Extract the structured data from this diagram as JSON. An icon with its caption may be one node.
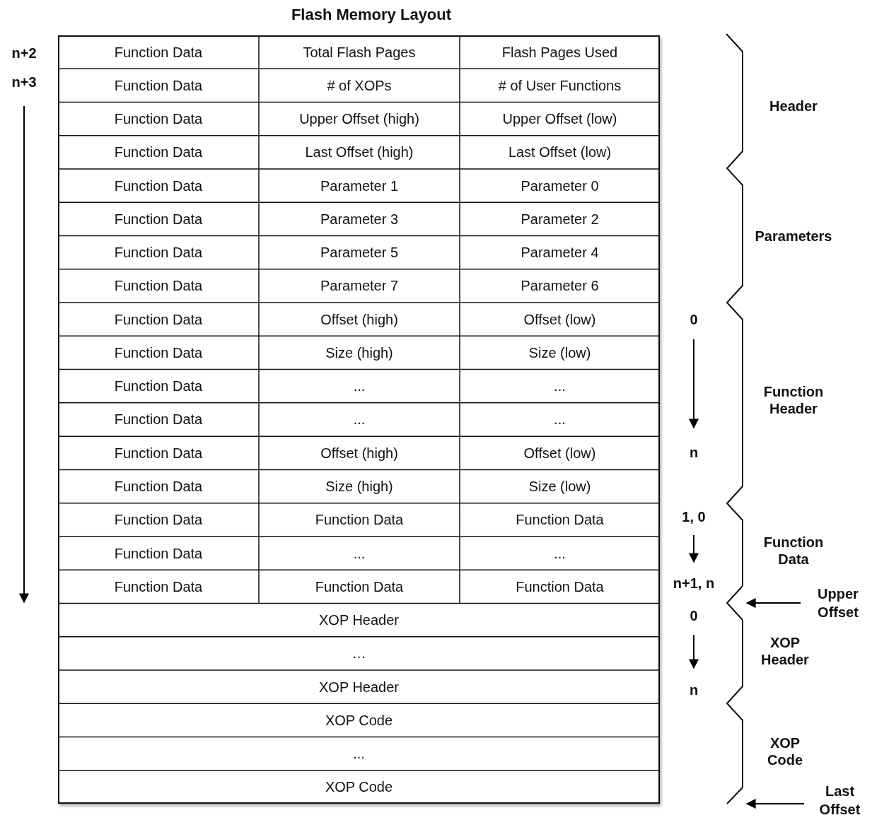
{
  "diagram": {
    "title": "Flash Memory Layout",
    "nodes": [
      {
        "text": [
          "Upper Offset"
        ]
      },
      {
        "text": [
          "Last Offset"
        ]
      },
      {
        "text": [],
        "shape": "brace"
      },
      {
        "text": [],
        "shape": "brace"
      }
    ],
    "edges": [
      {
        "from": 0,
        "to": 2,
        "arrow": "to"
      },
      {
        "from": 1,
        "to": 3,
        "arrow": "to"
      }
    ],
    "labels": [
      "n+2",
      "n+3",
      "Function Data",
      "Total Flash Pages",
      "Flash Pages Used",
      "Function Data",
      "# of XOPs",
      "# of User Functions",
      "Function Data",
      "Upper Offset (high)",
      "Upper Offset (low)",
      "Function Data",
      "Last Offset (high)",
      "Last Offset (low)",
      "Function Data",
      "Parameter 1",
      "Parameter 0",
      "Function Data",
      "Parameter 3",
      "Parameter 2",
      "Function Data",
      "Parameter 5",
      "Parameter 4",
      "Function Data",
      "Parameter 7",
      "Parameter 6",
      "Function Data",
      "Offset (high)",
      "Offset (low)",
      "Function Data",
      "Size (high)",
      "Size (low)",
      "Function Data",
      "...",
      "...",
      "Function Data",
      "...",
      "...",
      "Function Data",
      "Offset (high)",
      "Offset (low)",
      "Function Data",
      "Size (high)",
      "Size (low)",
      "Function Data",
      "Function Data",
      "Function Data",
      "Function Data",
      "...",
      "...",
      "Function Data",
      "Function Data",
      "Function Data",
      "XOP Header",
      "…",
      "XOP Header",
      "XOP Code",
      "...",
      "XOP Code",
      "0",
      "n",
      "1, 0",
      "n+1, n",
      "0",
      "n",
      "Header",
      "Parameters",
      "Function Header",
      "Function Data",
      "XOP Header",
      "XOP Code"
    ]
  }
}
